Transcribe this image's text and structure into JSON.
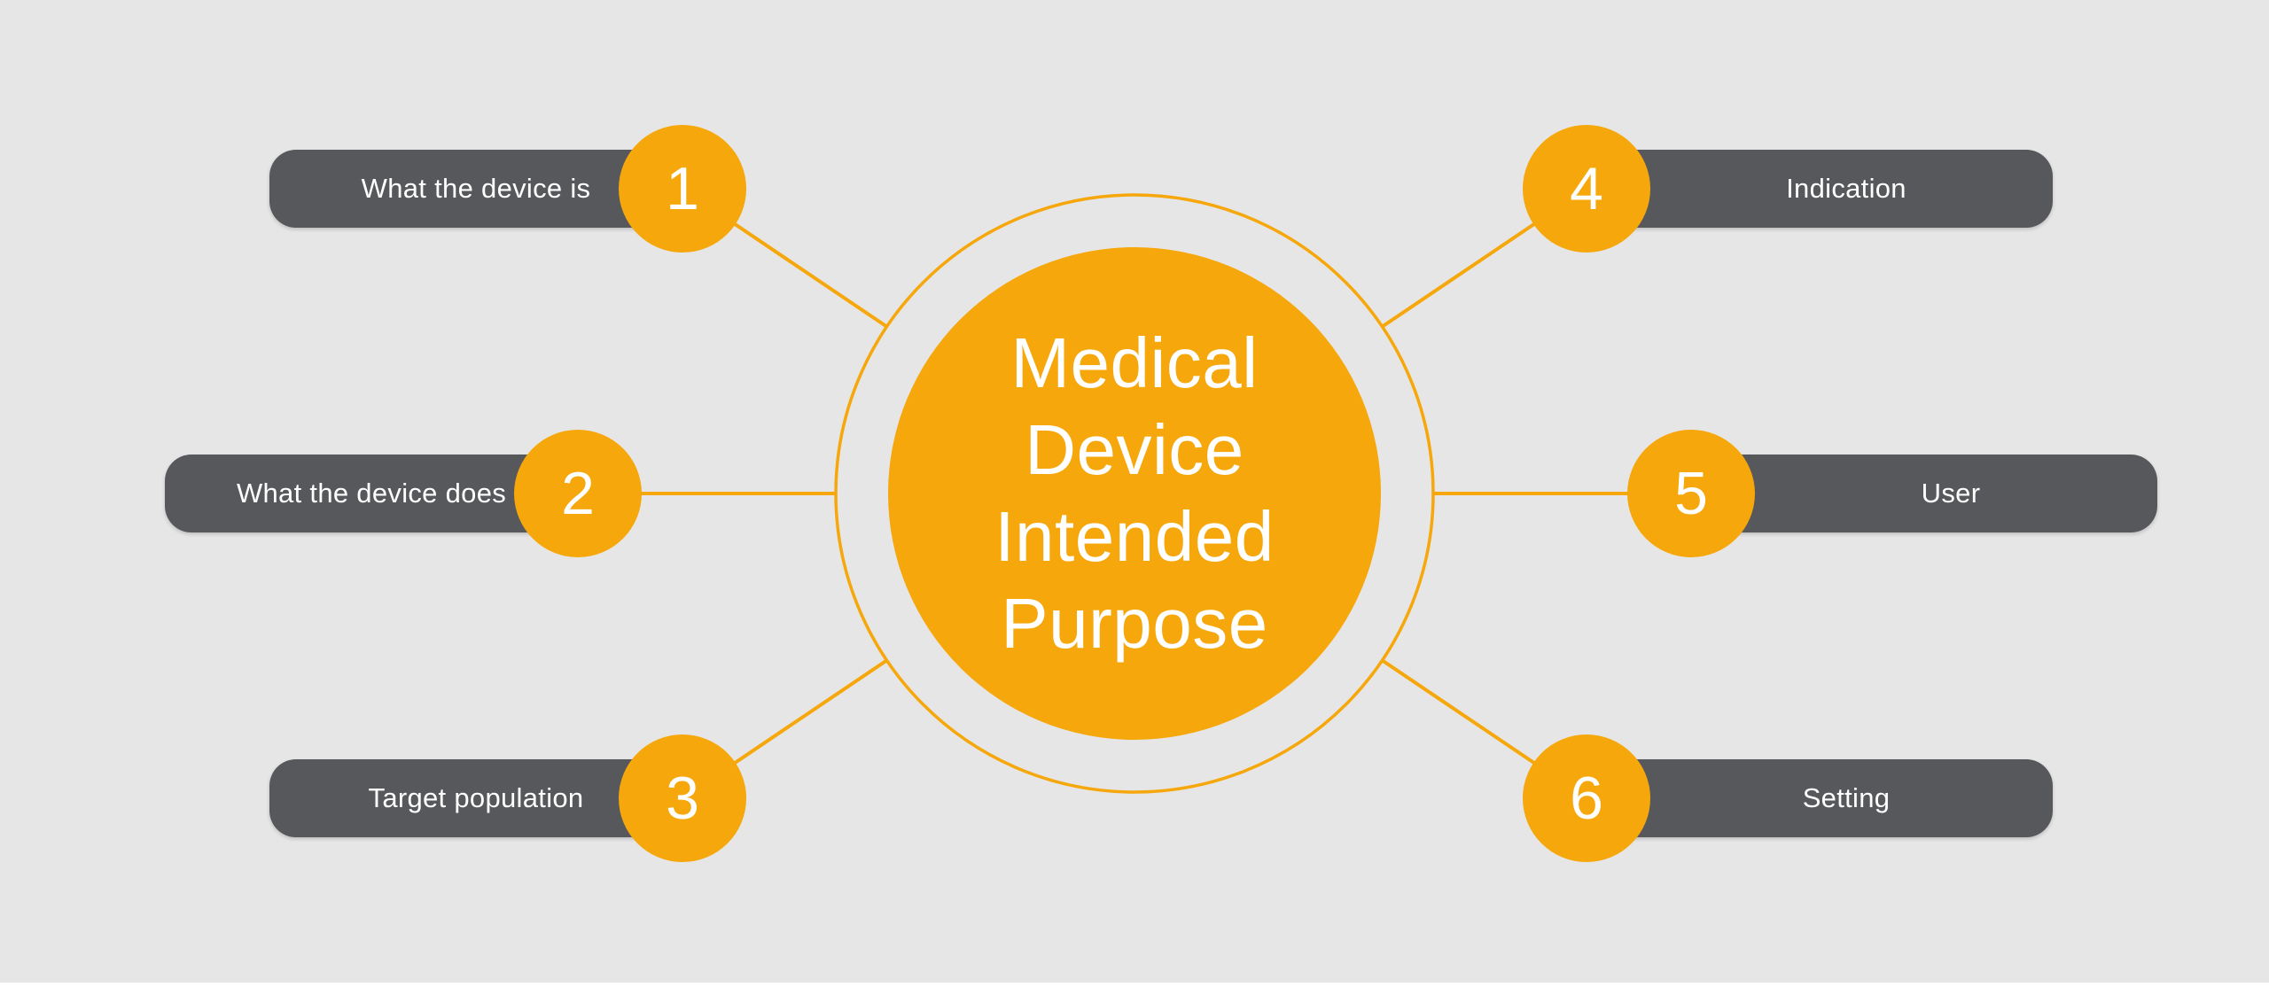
{
  "canvas": {
    "background_color": "#E7E6E6",
    "accent_orange": "#F5A70B",
    "pill_gray": "#57585B",
    "text_color": "#FFFFFF"
  },
  "center": {
    "title": "Medical\nDevice\nIntended\nPurpose"
  },
  "items": [
    {
      "number": "1",
      "label": "What the device is",
      "side": "left",
      "row": "top"
    },
    {
      "number": "2",
      "label": "What the device does",
      "side": "left",
      "row": "middle"
    },
    {
      "number": "3",
      "label": "Target population",
      "side": "left",
      "row": "bottom"
    },
    {
      "number": "4",
      "label": "Indication",
      "side": "right",
      "row": "top"
    },
    {
      "number": "5",
      "label": "User",
      "side": "right",
      "row": "middle"
    },
    {
      "number": "6",
      "label": "Setting",
      "side": "right",
      "row": "bottom"
    }
  ]
}
